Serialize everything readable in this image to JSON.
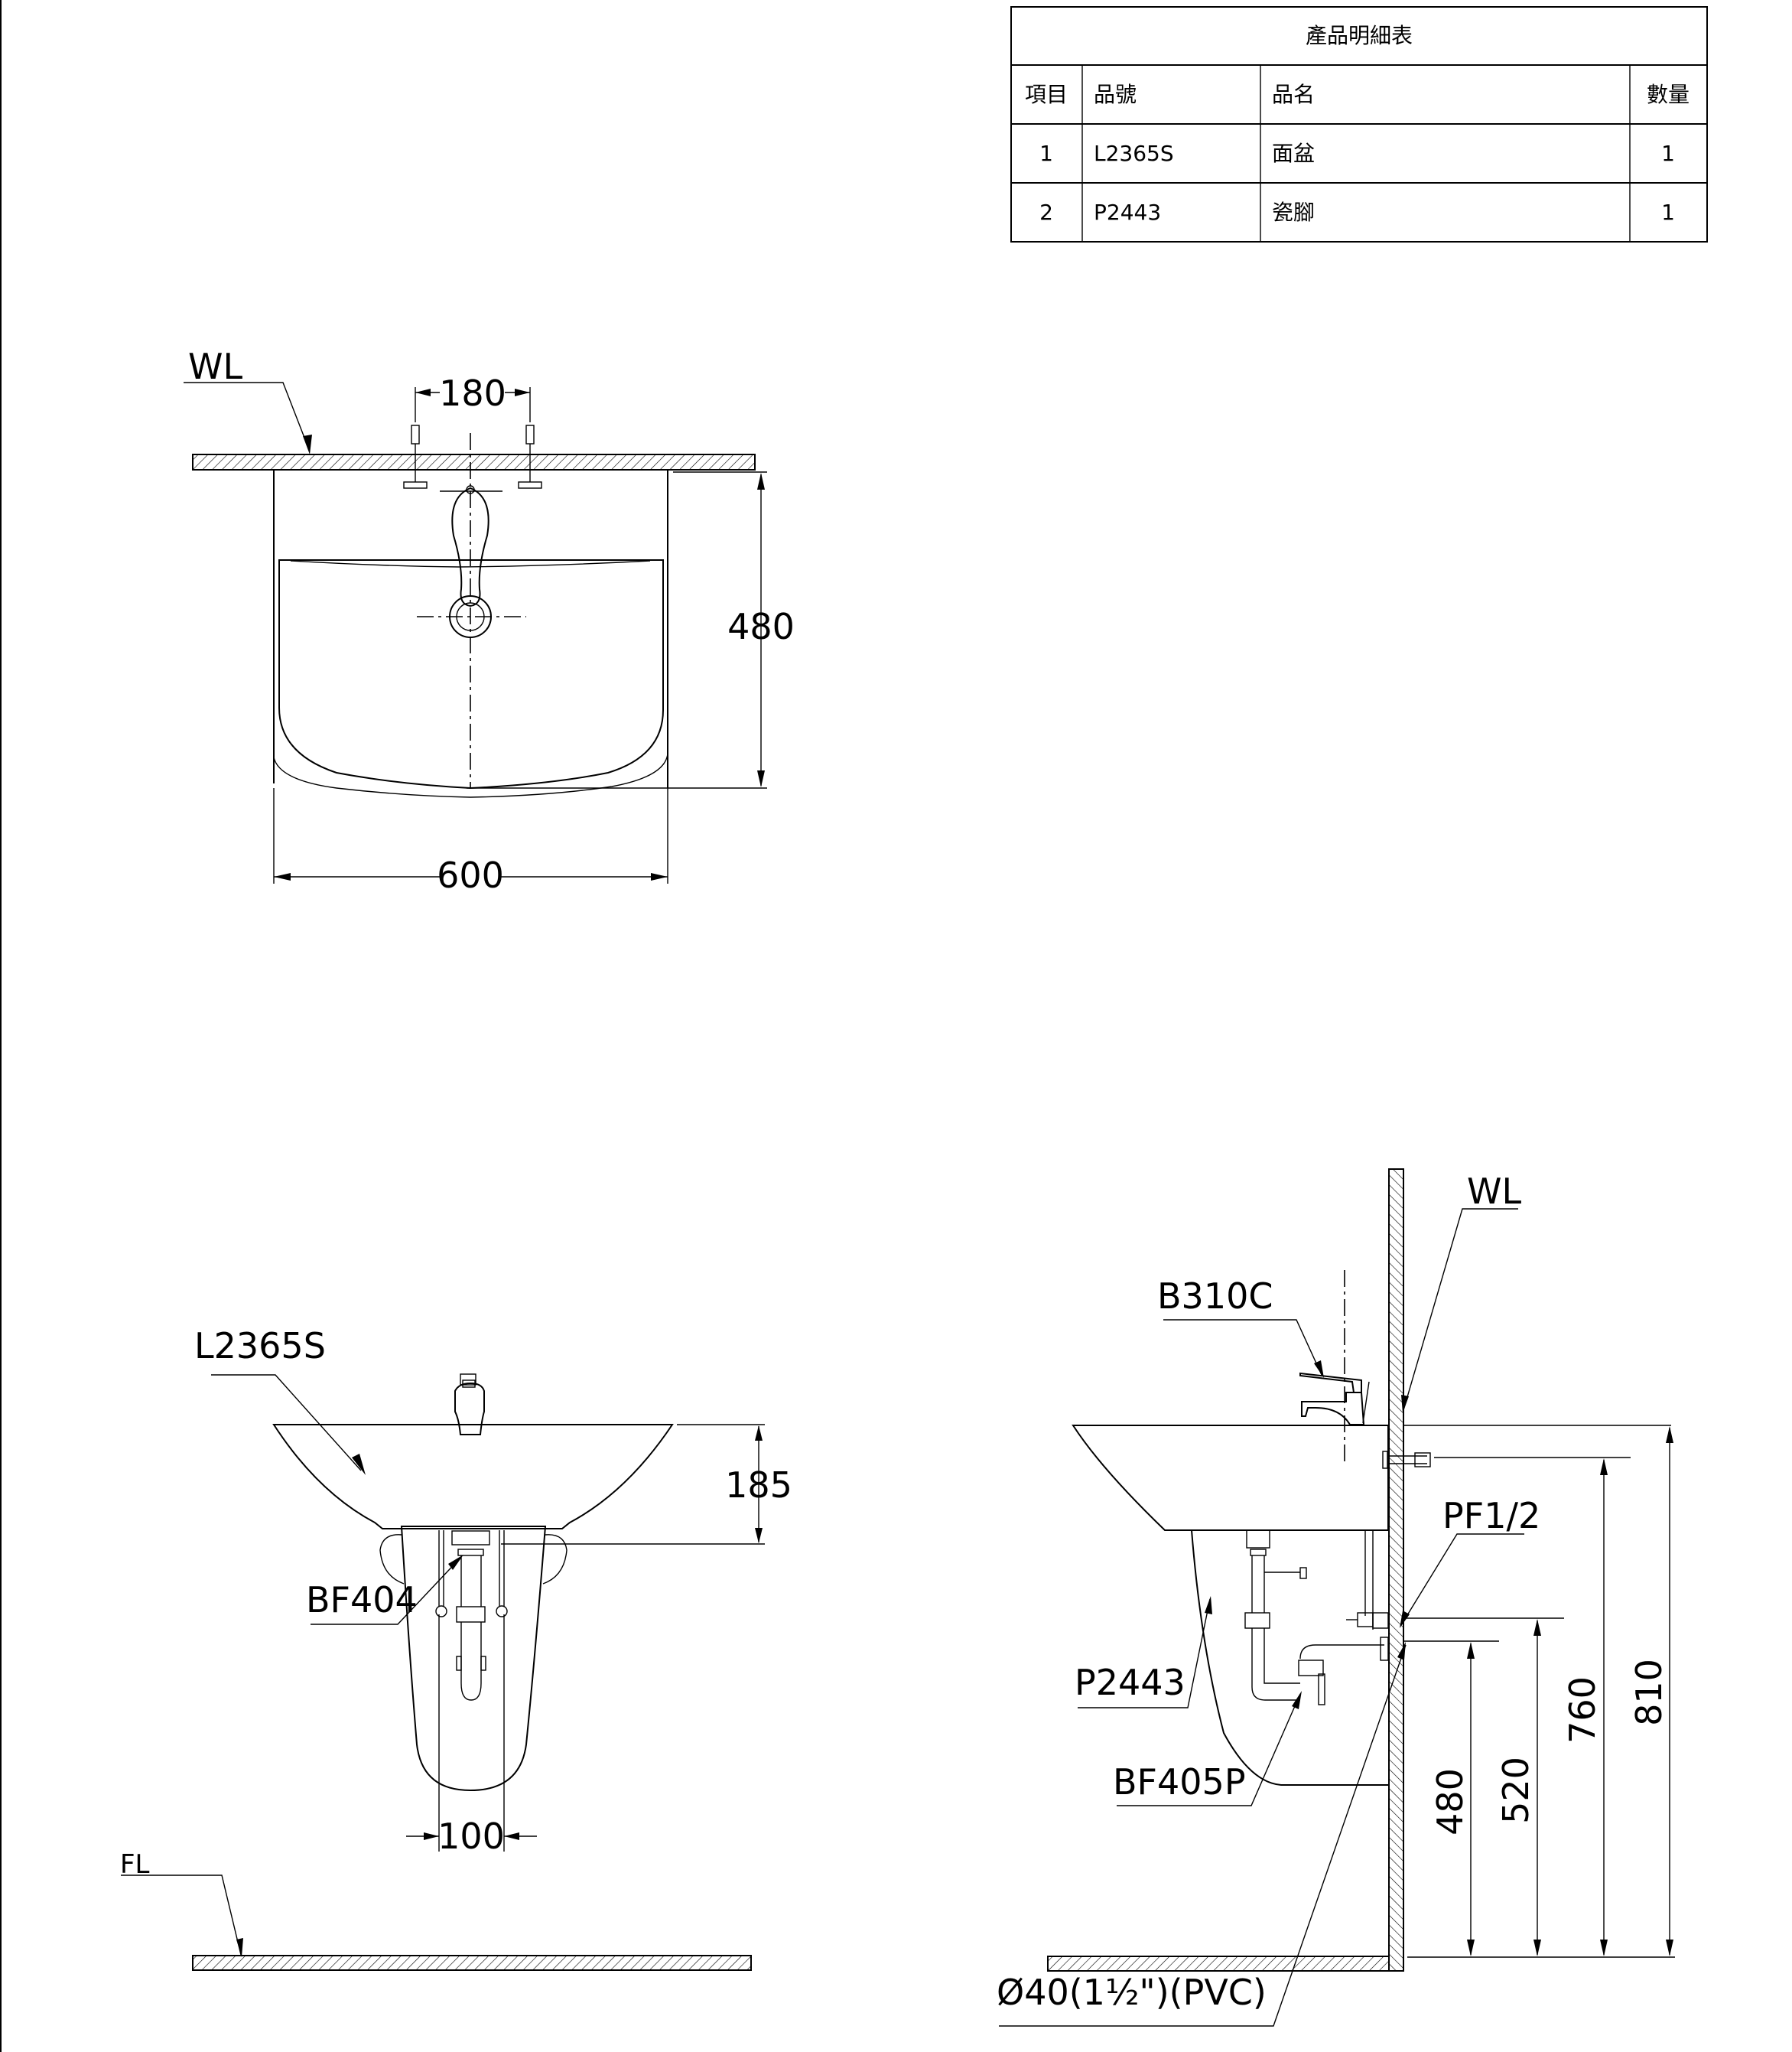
{
  "parts_table": {
    "title": "產品明細表",
    "headers": [
      "項目",
      "品號",
      "品名",
      "數量"
    ],
    "rows": [
      {
        "item": "1",
        "code": "L2365S",
        "name": "面盆",
        "qty": "1"
      },
      {
        "item": "2",
        "code": "P2443",
        "name": "瓷腳",
        "qty": "1"
      }
    ]
  },
  "top_view": {
    "wall_label": "WL",
    "faucet_spacing": "180",
    "depth": "480",
    "width": "600"
  },
  "front_view": {
    "basin_label": "L2365S",
    "basin_height": "185",
    "drain_label": "BF404",
    "pedestal_width": "100",
    "floor_label": "FL"
  },
  "side_view": {
    "wall_label": "WL",
    "faucet_label": "B310C",
    "supply_label": "PF1/2",
    "pedestal_label": "P2443",
    "trap_label": "BF405P",
    "pipe_label": "Ø40(1½\")(PVC)",
    "dims": {
      "drain_height": "480",
      "supply_height": "520",
      "top_fixing_height": "760",
      "rim_height": "810"
    }
  }
}
